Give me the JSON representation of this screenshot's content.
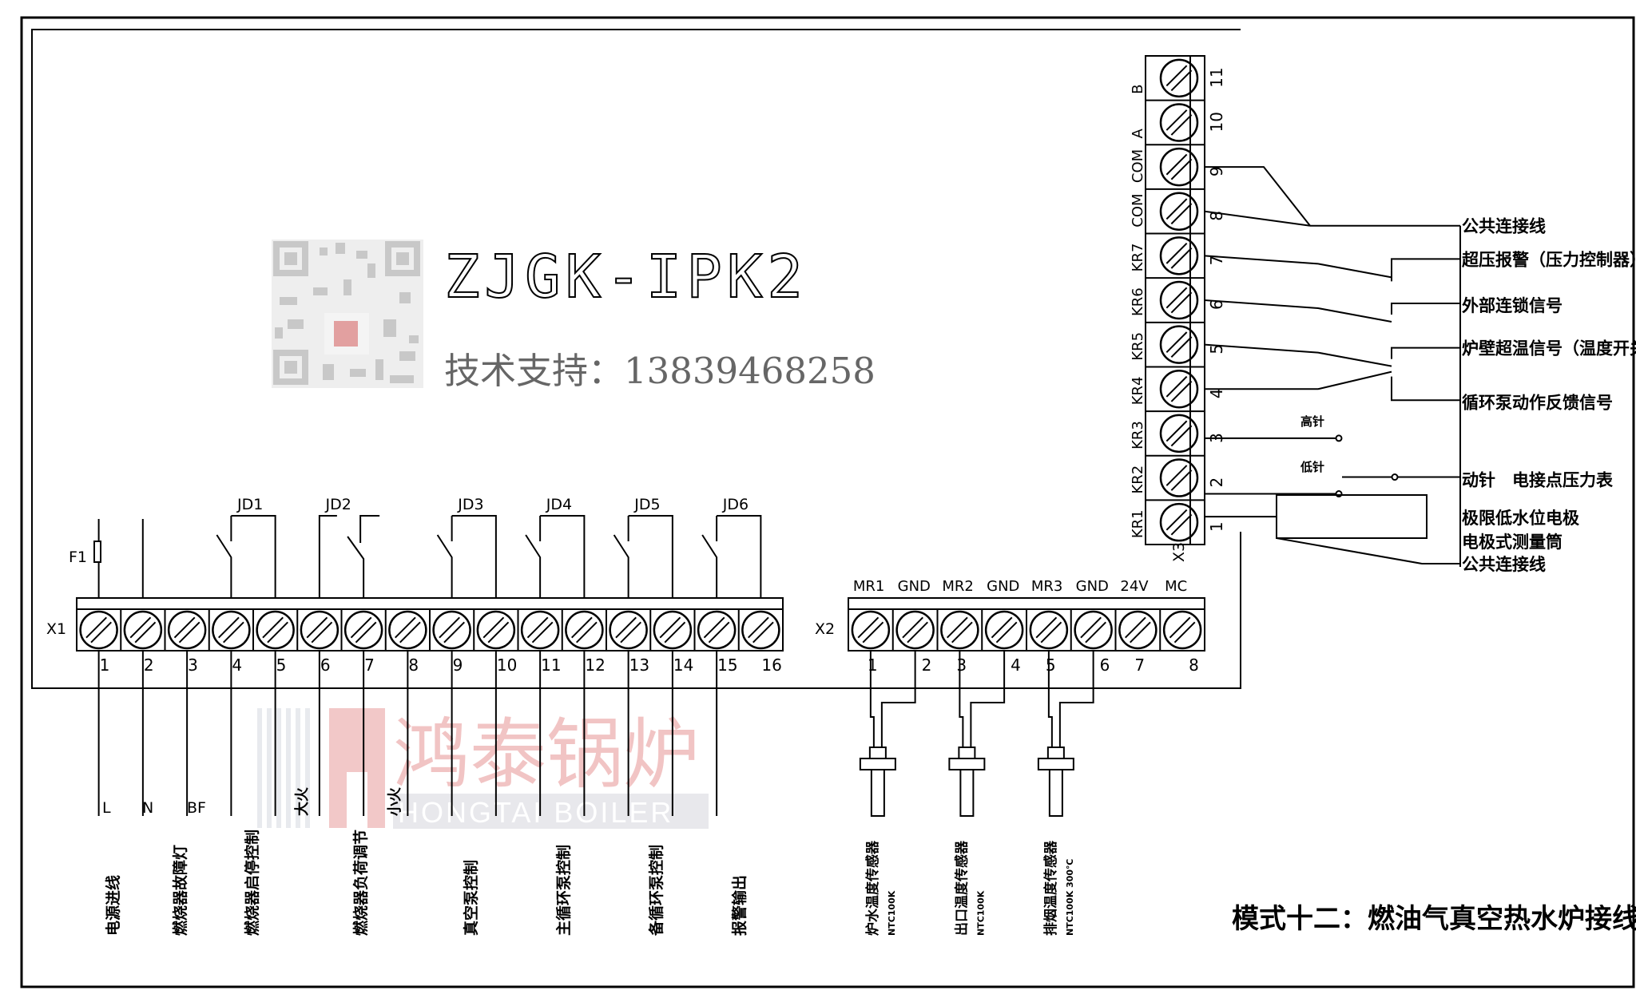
{
  "model": "ZJGK-IPK2",
  "support_text": "技术支持：13839468258",
  "watermark": {
    "cn": "鸿泰锅炉",
    "en": "HONGTAI BOILER"
  },
  "caption": "模式十二：燃油气真空热水炉接线图",
  "x1": {
    "label": "X1",
    "fuse_label": "F1",
    "numbers": [
      "1",
      "2",
      "3",
      "4",
      "5",
      "6",
      "7",
      "8",
      "9",
      "10",
      "11",
      "12",
      "13",
      "14",
      "15",
      "16"
    ],
    "relays": [
      "JD1",
      "JD2",
      "JD3",
      "JD4",
      "JD5",
      "JD6"
    ],
    "wire_letters": [
      "L",
      "N",
      "BF"
    ],
    "fire_labels": [
      "大火",
      "小火"
    ],
    "outputs": [
      "电源进线",
      "燃烧器故障灯",
      "燃烧器启停控制",
      "燃烧器负荷调节",
      "真空泵控制",
      "主循环泵控制",
      "备循环泵控制",
      "报警输出"
    ]
  },
  "x2": {
    "label": "X2",
    "headers": [
      "MR1",
      "GND",
      "MR2",
      "GND",
      "MR3",
      "GND",
      "24V",
      "MC"
    ],
    "numbers": [
      "1",
      "2",
      "3",
      "4",
      "5",
      "6",
      "7",
      "8"
    ],
    "sensors": [
      {
        "name": "炉水温度传感器",
        "spec": "NTC100K"
      },
      {
        "name": "出口温度传感器",
        "spec": "NTC100K"
      },
      {
        "name": "排烟温度传感器",
        "spec": "NTC100K 300℃"
      }
    ]
  },
  "x3": {
    "label": "X3",
    "terminal_labels": [
      "B",
      "A",
      "COM",
      "COM",
      "KR7",
      "KR6",
      "KR5",
      "KR4",
      "KR3",
      "KR2",
      "KR1"
    ],
    "terminal_numbers": [
      "11",
      "10",
      "9",
      "8",
      "7",
      "6",
      "5",
      "4",
      "3",
      "2",
      "1"
    ],
    "right_labels": [
      "公共连接线",
      "超压报警（压力控制器）",
      "外部连锁信号",
      "炉壁超温信号（温度开关）",
      "循环泵动作反馈信号",
      "动针　电接点压力表",
      "极限低水位电极",
      "电极式测量筒",
      "公共连接线"
    ],
    "needle_labels": [
      "高针",
      "低针"
    ]
  }
}
